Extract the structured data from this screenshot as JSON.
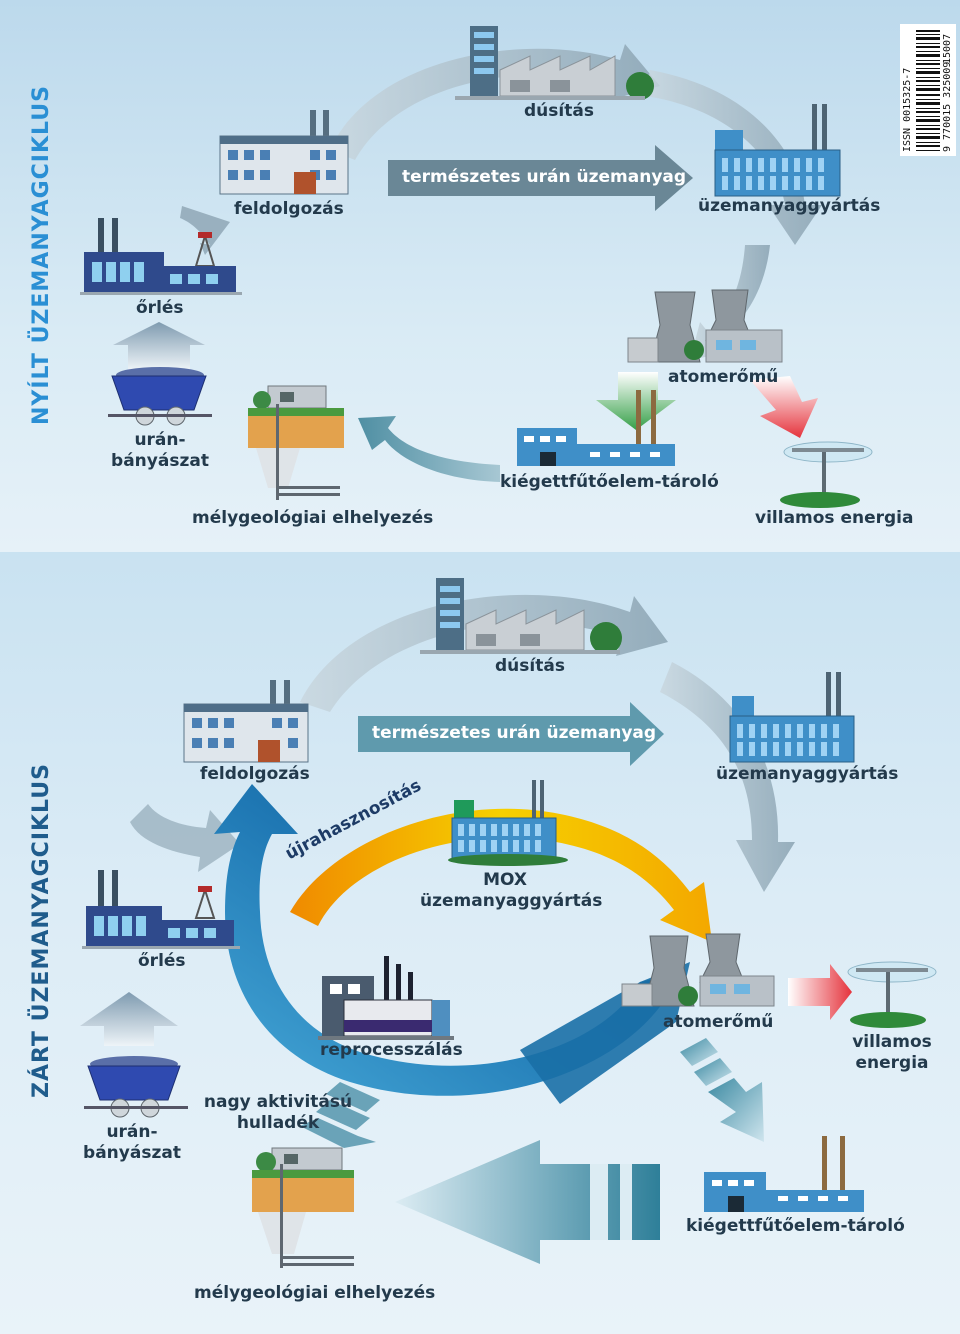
{
  "colors": {
    "open_title": "#2a8fd4",
    "closed_title": "#1f5c8c",
    "label": "#233a4c",
    "grey_arrow": "#7f98a8",
    "teal_arrow": "#4f8fa3",
    "blue_cycle": "#1a6fa6",
    "reuse_yellow": "#f4c400",
    "reuse_orange": "#f08a00",
    "green_arrow": "#3aa64a",
    "red_arrow": "#e5333c"
  },
  "open_cycle": {
    "title": "NYÍLT ÜZEMANYAGCIKLUS",
    "labels": {
      "enrichment": "dúsítás",
      "processing": "feldolgozás",
      "natural_uranium": "természetes urán üzemanyag",
      "fuel_fabrication": "üzemanyaggyártás",
      "milling": "őrlés",
      "nuclear_plant": "atomerőmű",
      "mining_line1": "urán-",
      "mining_line2": "bányászat",
      "spent_fuel_storage": "kiégettfűtőelem-tároló",
      "geological_disposal": "mélygeológiai elhelyezés",
      "electricity": "villamos energia"
    }
  },
  "closed_cycle": {
    "title": "ZÁRT ÜZEMANYAGCIKLUS",
    "labels": {
      "enrichment": "dúsítás",
      "processing": "feldolgozás",
      "natural_uranium": "természetes urán üzemanyag",
      "fuel_fabrication": "üzemanyaggyártás",
      "recycling": "újrahasznosítás",
      "mox_line1": "MOX",
      "mox_line2": "üzemanyaggyártás",
      "milling": "őrlés",
      "nuclear_plant": "atomerőmű",
      "electricity_line1": "villamos",
      "electricity_line2": "energia",
      "reprocessing": "reprocesszálás",
      "hlw_line1": "nagy aktivitású",
      "hlw_line2": "hulladék",
      "mining_line1": "urán-",
      "mining_line2": "bányászat",
      "spent_fuel_storage": "kiégettfűtőelem-tároló",
      "geological_disposal": "mélygeológiai elhelyezés"
    }
  },
  "barcode": {
    "issn": "ISSN  0015325-7",
    "digits": "9 770015 325009",
    "addon": "15007"
  }
}
